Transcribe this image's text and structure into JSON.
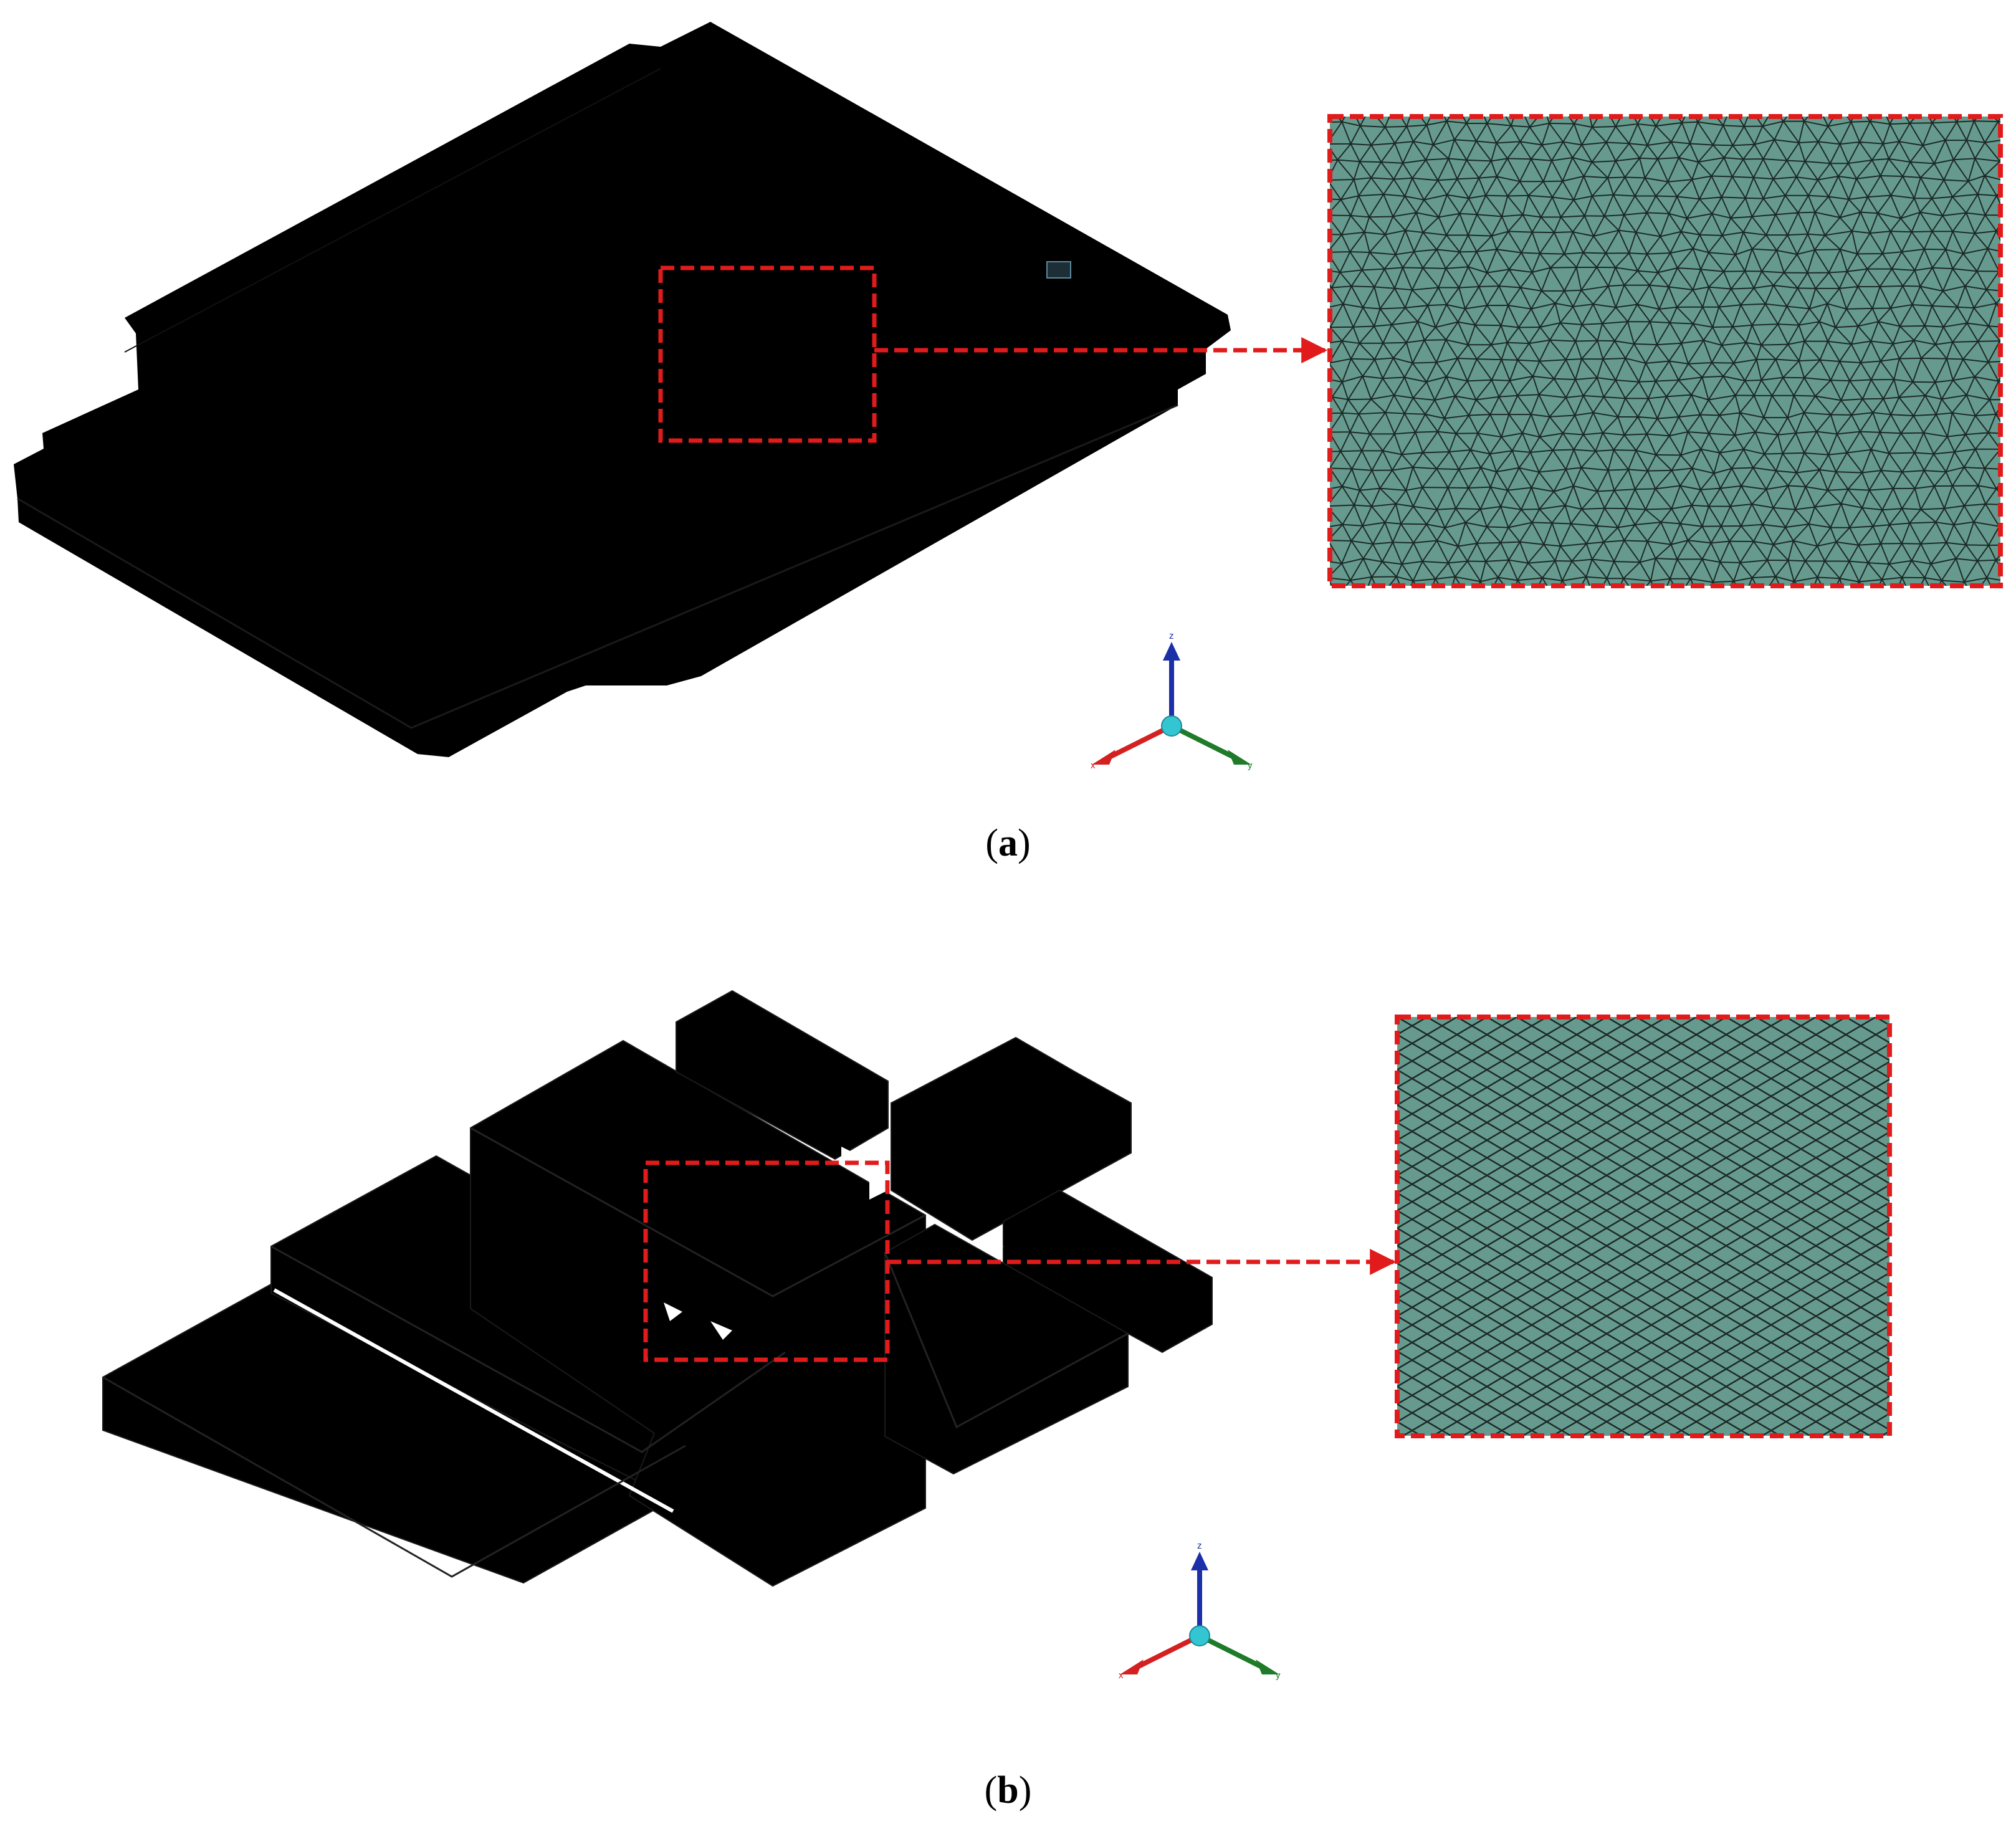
{
  "colors": {
    "model": "#000000",
    "mesh_fill": "#679a8e",
    "mesh_line": "#1b2a26",
    "callout": "#e11b1b",
    "axis_x": "#d42020",
    "axis_y": "#1f7a2a",
    "axis_z": "#1a2fa8",
    "axis_origin": "#33c6d2"
  },
  "panels": [
    {
      "caption_open": "(",
      "caption_letter": "a",
      "caption_close": ")",
      "axis_labels": {
        "x": "x",
        "y": "y",
        "z": "z"
      },
      "mesh_pattern": "triangular"
    },
    {
      "caption_open": "(",
      "caption_letter": "b",
      "caption_close": ")",
      "axis_labels": {
        "x": "x",
        "y": "y",
        "z": "z"
      },
      "mesh_pattern": "quadrilateral"
    }
  ]
}
